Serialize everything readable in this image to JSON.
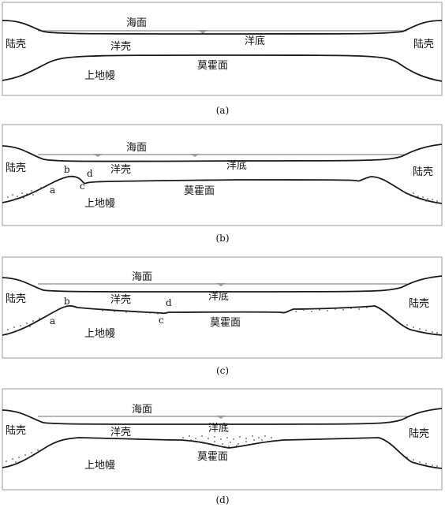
{
  "figure": {
    "panels": [
      {
        "caption": "(a)",
        "labels": {
          "sea": "海面",
          "crust_left": "陆壳",
          "crust_right": "陆壳",
          "ocean_crust": "洋壳",
          "ocean_floor": "洋底",
          "moho": "莫霍面",
          "mantle": "上地幔"
        },
        "points": []
      },
      {
        "caption": "(b)",
        "labels": {
          "sea": "海面",
          "crust_left": "陆壳",
          "crust_right": "陆壳",
          "ocean_crust": "洋壳",
          "ocean_floor": "洋底",
          "moho": "莫霍面",
          "mantle": "上地幔"
        },
        "points": [
          "a",
          "b",
          "c",
          "d"
        ]
      },
      {
        "caption": "(c)",
        "labels": {
          "sea": "海面",
          "crust_left": "陆壳",
          "crust_right": "陆壳",
          "ocean_crust": "洋壳",
          "ocean_floor": "洋底",
          "moho": "莫霍面",
          "mantle": "上地幔"
        },
        "points": [
          "a",
          "b",
          "c",
          "d"
        ]
      },
      {
        "caption": "(d)",
        "labels": {
          "sea": "海面",
          "crust_left": "陆壳",
          "crust_right": "陆壳",
          "ocean_crust": "洋壳",
          "ocean_floor": "洋底",
          "moho": "莫霍面",
          "mantle": "上地幔"
        },
        "points": []
      }
    ]
  }
}
